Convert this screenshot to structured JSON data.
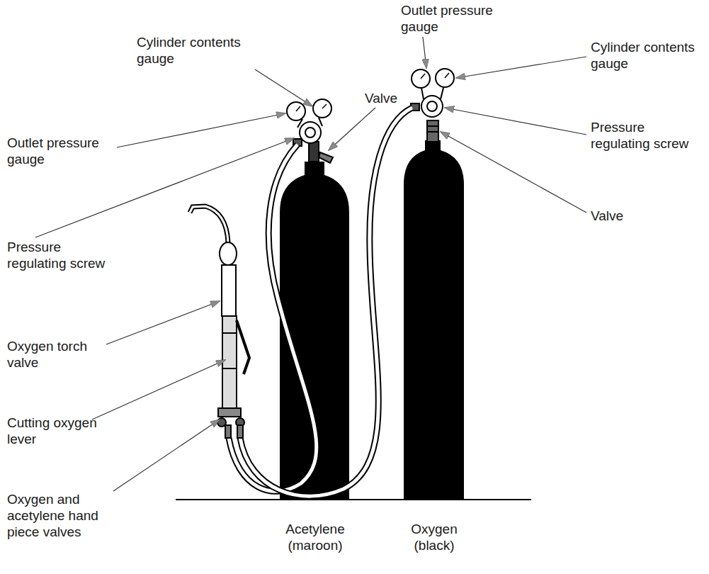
{
  "diagram": {
    "labels": [
      "Outlet pressure gauge",
      "Cylinder contents gauge",
      "Valve",
      "Cylinder contents gauge",
      "Outlet pressure gauge",
      "Pressure regulating screw",
      "Valve",
      "Pressure regulating screw",
      "Oxygen torch valve",
      "Cutting oxygen lever",
      "Oxygen and acetylene hand piece valves",
      "Acetylene (maroon)",
      "Oxygen (black)"
    ]
  }
}
